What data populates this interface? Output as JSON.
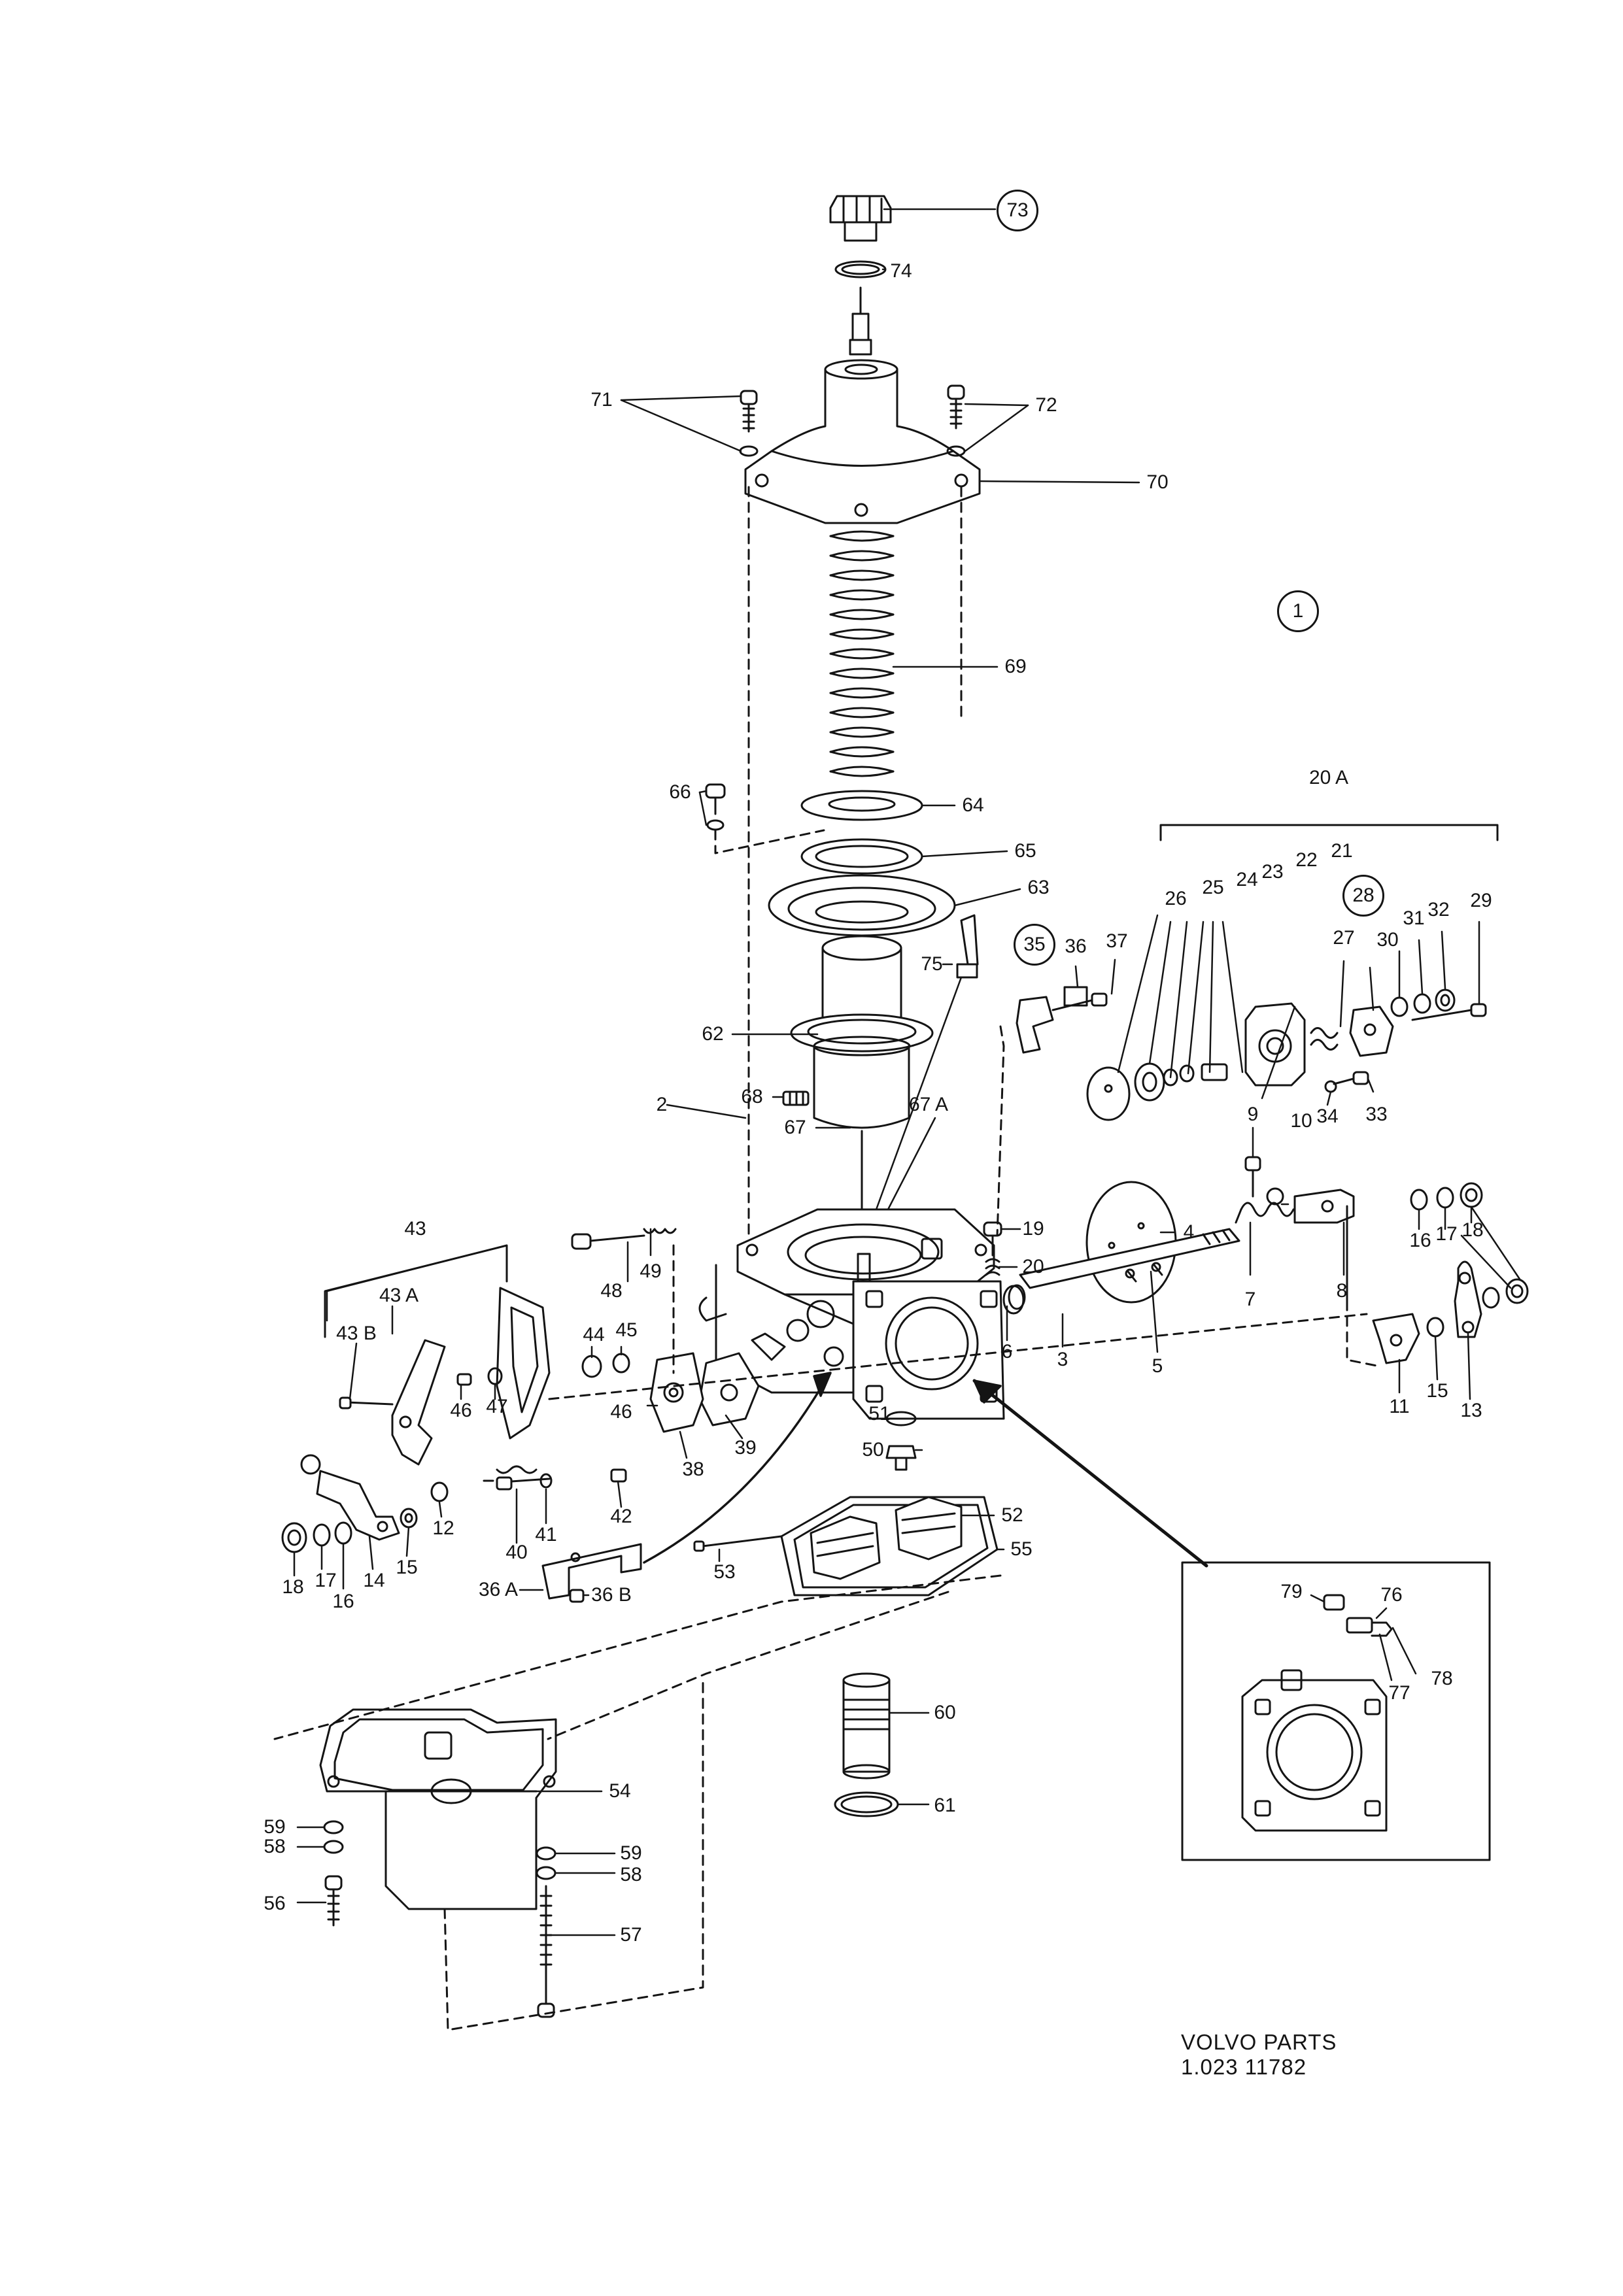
{
  "labels": {
    "n73": "73",
    "n74": "74",
    "n71": "71",
    "n72": "72",
    "n70": "70",
    "n1": "1",
    "n69": "69",
    "n66": "66",
    "n64": "64",
    "n65": "65",
    "n63": "63",
    "n20A": "20 A",
    "n26": "26",
    "n25": "25",
    "n24": "24",
    "n23": "23",
    "n22": "22",
    "n21": "21",
    "n28": "28",
    "n27": "27",
    "n30": "30",
    "n31": "31",
    "n32": "32",
    "n29": "29",
    "n35": "35",
    "n36": "36",
    "n37": "37",
    "n75": "75",
    "n62": "62",
    "n68": "68",
    "n67": "67",
    "n67A": "67 A",
    "n2": "2",
    "n19": "19",
    "n20": "20",
    "n4": "4",
    "n9": "9",
    "n10": "10",
    "n34": "34",
    "n33": "33",
    "n16r": "16",
    "n17r": "17",
    "n18r": "18",
    "n43": "43",
    "n43A": "43 A",
    "n43B": "43 B",
    "n49": "49",
    "n48": "48",
    "n44": "44",
    "n45": "45",
    "n46a": "46",
    "n47": "47",
    "n46b": "46",
    "n7": "7",
    "n8": "8",
    "n3": "3",
    "n5": "5",
    "n6": "6",
    "n11": "11",
    "n15r": "15",
    "n13": "13",
    "n39": "39",
    "n38": "38",
    "n51": "51",
    "n50": "50",
    "n42": "42",
    "n41": "41",
    "n40": "40",
    "n12": "12",
    "n14": "14",
    "n15l": "15",
    "n18l": "18",
    "n17l": "17",
    "n16l": "16",
    "n52": "52",
    "n53": "53",
    "n55": "55",
    "n36A": "36 A",
    "n36B": "36 B",
    "n79": "79",
    "n76": "76",
    "n77": "77",
    "n78": "78",
    "n60": "60",
    "n61": "61",
    "n54": "54",
    "n59l": "59",
    "n58l": "58",
    "n56": "56",
    "n59r": "59",
    "n58r": "58",
    "n57": "57"
  },
  "footer": {
    "line1": "VOLVO PARTS",
    "line2": "1.023 11782"
  }
}
